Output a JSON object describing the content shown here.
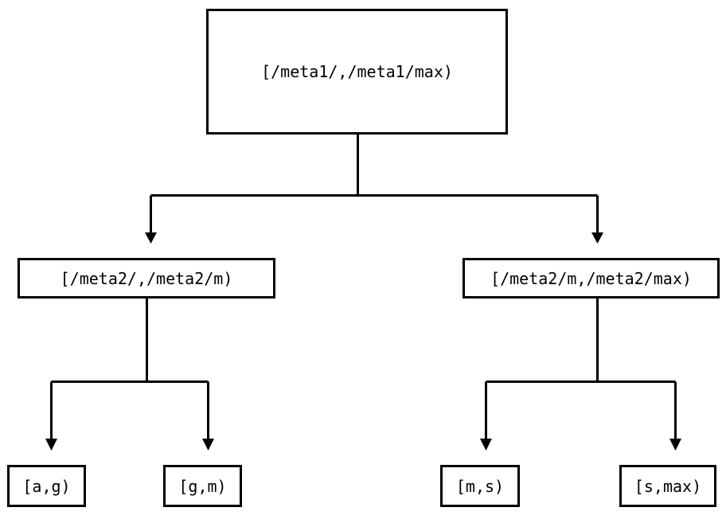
{
  "diagram": {
    "type": "tree",
    "title": "",
    "background_color": "#ffffff",
    "line_color": "#000000",
    "text_color": "#000000",
    "nodes": [
      {
        "id": "root",
        "label": "[/meta1/,/meta1/max)",
        "level": 0
      },
      {
        "id": "mid-left",
        "label": "[/meta2/,/meta2/m)",
        "level": 1
      },
      {
        "id": "mid-right",
        "label": "[/meta2/m,/meta2/max)",
        "level": 1
      },
      {
        "id": "leaf-1",
        "label": "[a,g)",
        "level": 2
      },
      {
        "id": "leaf-2",
        "label": "[g,m)",
        "level": 2
      },
      {
        "id": "leaf-3",
        "label": "[m,s)",
        "level": 2
      },
      {
        "id": "leaf-4",
        "label": "[s,max)",
        "level": 2
      }
    ],
    "edges": [
      {
        "from": "root",
        "to": "mid-left",
        "arrow": "triangle"
      },
      {
        "from": "root",
        "to": "mid-right",
        "arrow": "triangle"
      },
      {
        "from": "mid-left",
        "to": "leaf-1",
        "arrow": "triangle"
      },
      {
        "from": "mid-left",
        "to": "leaf-2",
        "arrow": "triangle"
      },
      {
        "from": "mid-right",
        "to": "leaf-3",
        "arrow": "triangle"
      },
      {
        "from": "mid-right",
        "to": "leaf-4",
        "arrow": "triangle"
      }
    ]
  }
}
